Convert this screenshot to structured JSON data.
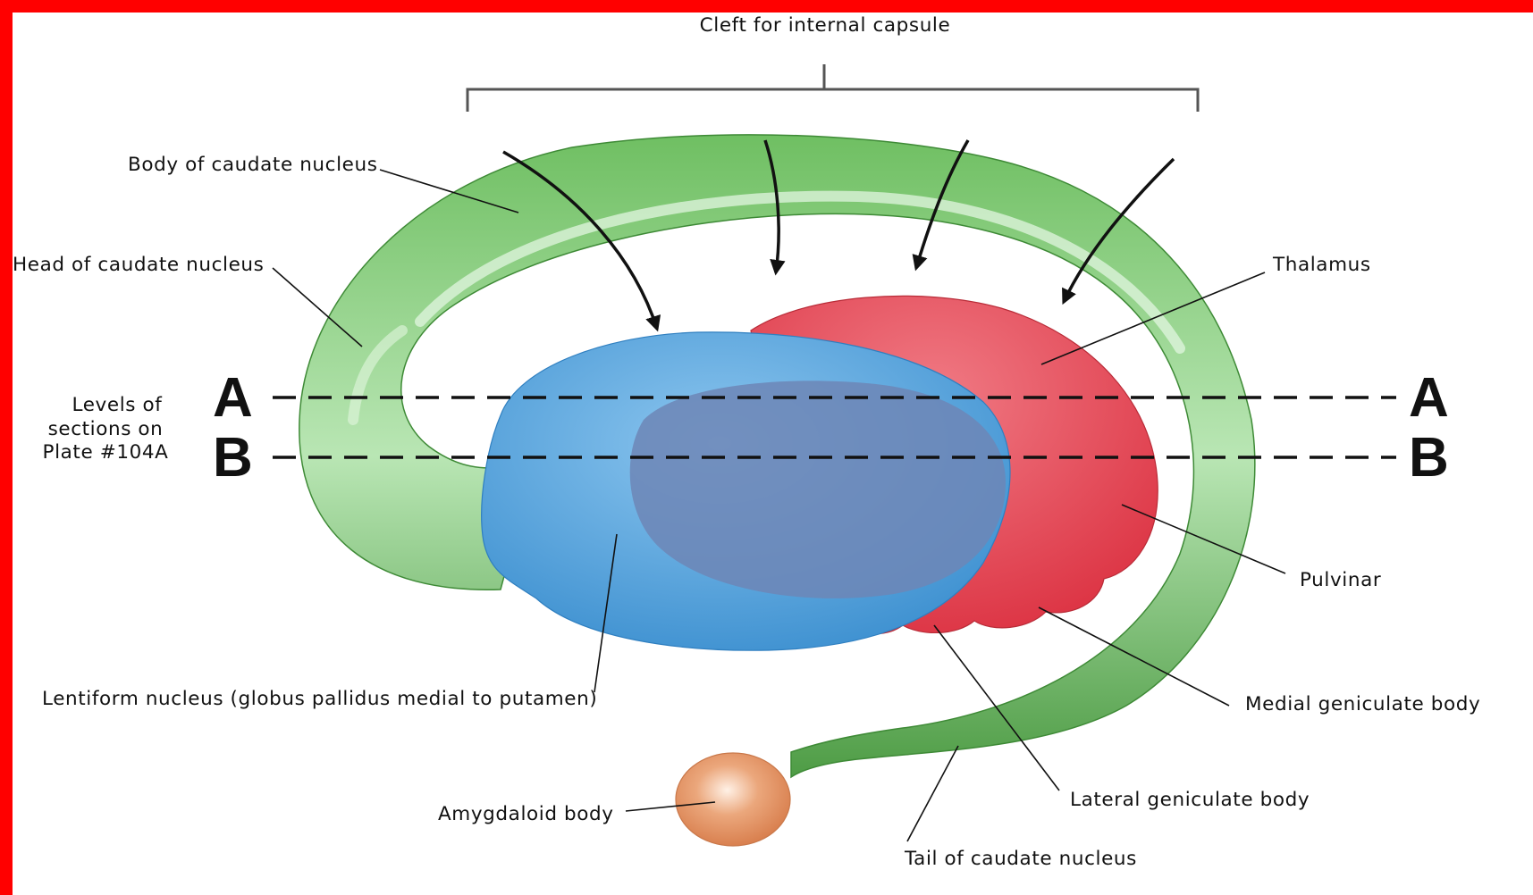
{
  "labels": {
    "cleft": "Cleft for internal capsule",
    "body_caudate": "Body of caudate nucleus",
    "head_caudate": "Head of caudate nucleus",
    "levels_line1": "Levels of",
    "levels_line2": "sections on",
    "levels_line3": "Plate #104A",
    "thalamus": "Thalamus",
    "pulvinar": "Pulvinar",
    "medial_geniculate": "Medial geniculate body",
    "lateral_geniculate": "Lateral geniculate body",
    "tail_caudate": "Tail of caudate nucleus",
    "amygdaloid": "Amygdaloid body",
    "lentiform": "Lentiform nucleus (globus pallidus medial to putamen)"
  },
  "section_levels": {
    "a_left": "A",
    "a_right": "A",
    "b_left": "B",
    "b_right": "B"
  },
  "colors": {
    "frame": "#ff0000",
    "caudate": "#55a84a",
    "caudate_highlight": "#cfeecf",
    "lentiform": "#4f9fd8",
    "globus_pallidus": "#6e86b8",
    "thalamus": "#e2404e",
    "amygdala": "#e59a68"
  }
}
